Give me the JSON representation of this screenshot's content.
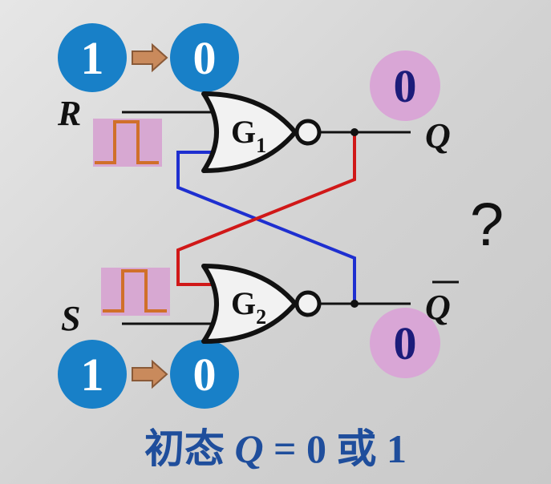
{
  "inputs": {
    "R": {
      "label": "R",
      "from": "1",
      "to": "0"
    },
    "S": {
      "label": "S",
      "from": "1",
      "to": "0"
    }
  },
  "gates": {
    "g1": {
      "letter": "G",
      "subscript": "1"
    },
    "g2": {
      "letter": "G",
      "subscript": "2"
    }
  },
  "outputs": {
    "Q": {
      "label": "Q",
      "value": "0"
    },
    "Qbar": {
      "label": "Q",
      "value": "0"
    }
  },
  "question_mark": "?",
  "caption": {
    "prefix": "初态 ",
    "var": "Q",
    "eq": " = 0 ",
    "or": "或",
    "suffix": " 1"
  },
  "colors": {
    "bubble_blue": "#1880c8",
    "bubble_pink": "#d9a6d6",
    "pulse_fill": "#d7a8d2",
    "pulse_line": "#d0702a",
    "wire_red": "#d01818",
    "wire_blue": "#1e2fd0",
    "arrow": "#c98a5c",
    "caption": "#1f4e9c",
    "value_text": "#1c1c7a"
  }
}
